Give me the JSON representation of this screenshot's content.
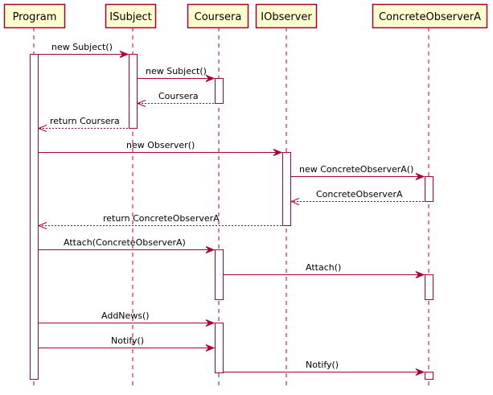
{
  "colors": {
    "participant_fill": "#FEFECE",
    "participant_border": "#A80036",
    "activation_fill": "#FFFFFF",
    "lifeline": "#A80036",
    "arrow": "#A80036"
  },
  "participants": [
    {
      "id": "program",
      "label": "Program"
    },
    {
      "id": "isubject",
      "label": "ISubject"
    },
    {
      "id": "coursera",
      "label": "Coursera"
    },
    {
      "id": "iobserver",
      "label": "IObserver"
    },
    {
      "id": "concreteobservera",
      "label": "ConcreteObserverA"
    }
  ],
  "messages": [
    {
      "from": "program",
      "to": "isubject",
      "label": "new Subject()",
      "kind": "call"
    },
    {
      "from": "isubject",
      "to": "coursera",
      "label": "new Subject()",
      "kind": "call"
    },
    {
      "from": "coursera",
      "to": "isubject",
      "label": "Coursera",
      "kind": "return"
    },
    {
      "from": "isubject",
      "to": "program",
      "label": "return Coursera",
      "kind": "return"
    },
    {
      "from": "program",
      "to": "iobserver",
      "label": "new Observer()",
      "kind": "call"
    },
    {
      "from": "iobserver",
      "to": "concreteobservera",
      "label": "new ConcreteObserverA()",
      "kind": "call"
    },
    {
      "from": "concreteobservera",
      "to": "iobserver",
      "label": "ConcreteObserverA",
      "kind": "return"
    },
    {
      "from": "iobserver",
      "to": "program",
      "label": "return ConcreteObserverA",
      "kind": "return"
    },
    {
      "from": "program",
      "to": "coursera",
      "label": "Attach(ConcreteObserverA)",
      "kind": "call"
    },
    {
      "from": "coursera",
      "to": "concreteobservera",
      "label": "Attach()",
      "kind": "call"
    },
    {
      "from": "program",
      "to": "coursera",
      "label": "AddNews()",
      "kind": "call"
    },
    {
      "from": "program",
      "to": "coursera",
      "label": "Notify()",
      "kind": "call"
    },
    {
      "from": "coursera",
      "to": "concreteobservera",
      "label": "Notify()",
      "kind": "call"
    }
  ]
}
